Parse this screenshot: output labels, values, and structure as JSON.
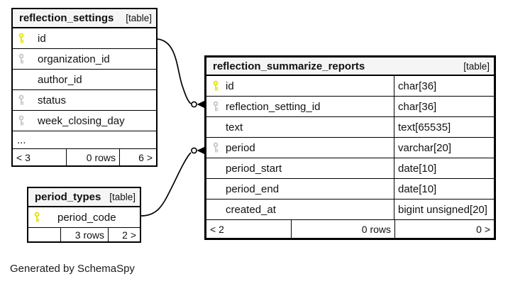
{
  "diagram": {
    "credit": "Generated by SchemaSpy",
    "colors": {
      "primary_key": "#e5e50e",
      "indexed_key": "#c8c8c8",
      "header_bg": "#f5f5f5",
      "border": "#000000",
      "background": "#ffffff"
    }
  },
  "tables": [
    {
      "name": "reflection_settings",
      "tag": "[table]",
      "columns": [
        {
          "name": "id",
          "key_icon": "primary-key-icon"
        },
        {
          "name": "organization_id",
          "key_icon": "indexed-key-icon"
        },
        {
          "name": "author_id",
          "key_icon": null
        },
        {
          "name": "status",
          "key_icon": "indexed-key-icon"
        },
        {
          "name": "week_closing_day",
          "key_icon": "indexed-key-icon"
        }
      ],
      "ellipsis": "...",
      "footer": {
        "left": "< 3",
        "center": "0 rows",
        "right": "6 >"
      }
    },
    {
      "name": "reflection_summarize_reports",
      "tag": "[table]",
      "columns": [
        {
          "name": "id",
          "type": "char[36]",
          "key_icon": "primary-key-icon"
        },
        {
          "name": "reflection_setting_id",
          "type": "char[36]",
          "key_icon": "indexed-key-icon"
        },
        {
          "name": "text",
          "type": "text[65535]",
          "key_icon": null
        },
        {
          "name": "period",
          "type": "varchar[20]",
          "key_icon": "indexed-key-icon"
        },
        {
          "name": "period_start",
          "type": "date[10]",
          "key_icon": null
        },
        {
          "name": "period_end",
          "type": "date[10]",
          "key_icon": null
        },
        {
          "name": "created_at",
          "type": "bigint unsigned[20]",
          "key_icon": null
        }
      ],
      "footer": {
        "left": "< 2",
        "center": "0 rows",
        "right": "0 >"
      }
    },
    {
      "name": "period_types",
      "tag": "[table]",
      "columns": [
        {
          "name": "period_code",
          "key_icon": "primary-key-icon"
        }
      ],
      "footer": {
        "left": "",
        "center": "3 rows",
        "right": "2 >"
      }
    }
  ],
  "relationships": [
    {
      "from": "reflection_settings.id",
      "to": "reflection_summarize_reports.reflection_setting_id"
    },
    {
      "from": "period_types.period_code",
      "to": "reflection_summarize_reports.period"
    }
  ]
}
